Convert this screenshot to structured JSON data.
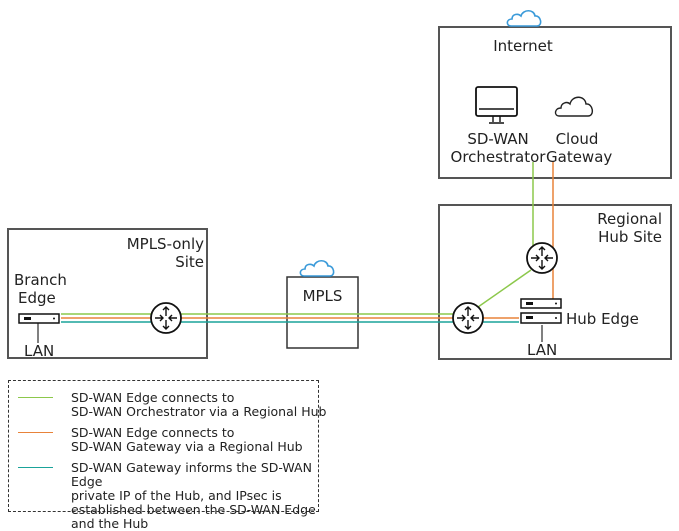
{
  "colors": {
    "orchestrator_path": "#8cc84b",
    "gateway_path": "#e8833a",
    "ipsec_path": "#1aa39a",
    "cloud_icon": "#3a9ad9",
    "box_border": "#555555"
  },
  "nodes": {
    "internet": {
      "label": "Internet",
      "icon": "cloud-icon"
    },
    "orchestrator": {
      "label_line1": "SD-WAN",
      "label_line2": "Orchestrator",
      "icon": "monitor-icon"
    },
    "cloud_gateway": {
      "label_line1": "Cloud",
      "label_line2": "Gateway",
      "icon": "cloud-outline-icon"
    },
    "regional_hub": {
      "label_line1": "Regional",
      "label_line2": "Hub Site"
    },
    "hub_edge": {
      "label": "Hub Edge",
      "lan": "LAN",
      "icon": "server-icon"
    },
    "mpls_site": {
      "label_line1": "MPLS-only",
      "label_line2": "Site"
    },
    "branch_edge": {
      "label_line1": "Branch",
      "label_line2": "Edge",
      "lan": "LAN",
      "icon": "server-icon"
    },
    "mpls": {
      "label": "MPLS",
      "icon": "cloud-icon"
    }
  },
  "legend": [
    {
      "color_key": "orchestrator_path",
      "text": "SD-WAN Edge connects to\nSD-WAN Orchestrator via a Regional Hub"
    },
    {
      "color_key": "gateway_path",
      "text": "SD-WAN Edge connects to\nSD-WAN Gateway via a Regional Hub"
    },
    {
      "color_key": "ipsec_path",
      "text": "SD-WAN Gateway informs the SD-WAN Edge\nprivate IP of the Hub, and IPsec is\nestablished between the SD-WAN Edge\nand the Hub"
    }
  ]
}
